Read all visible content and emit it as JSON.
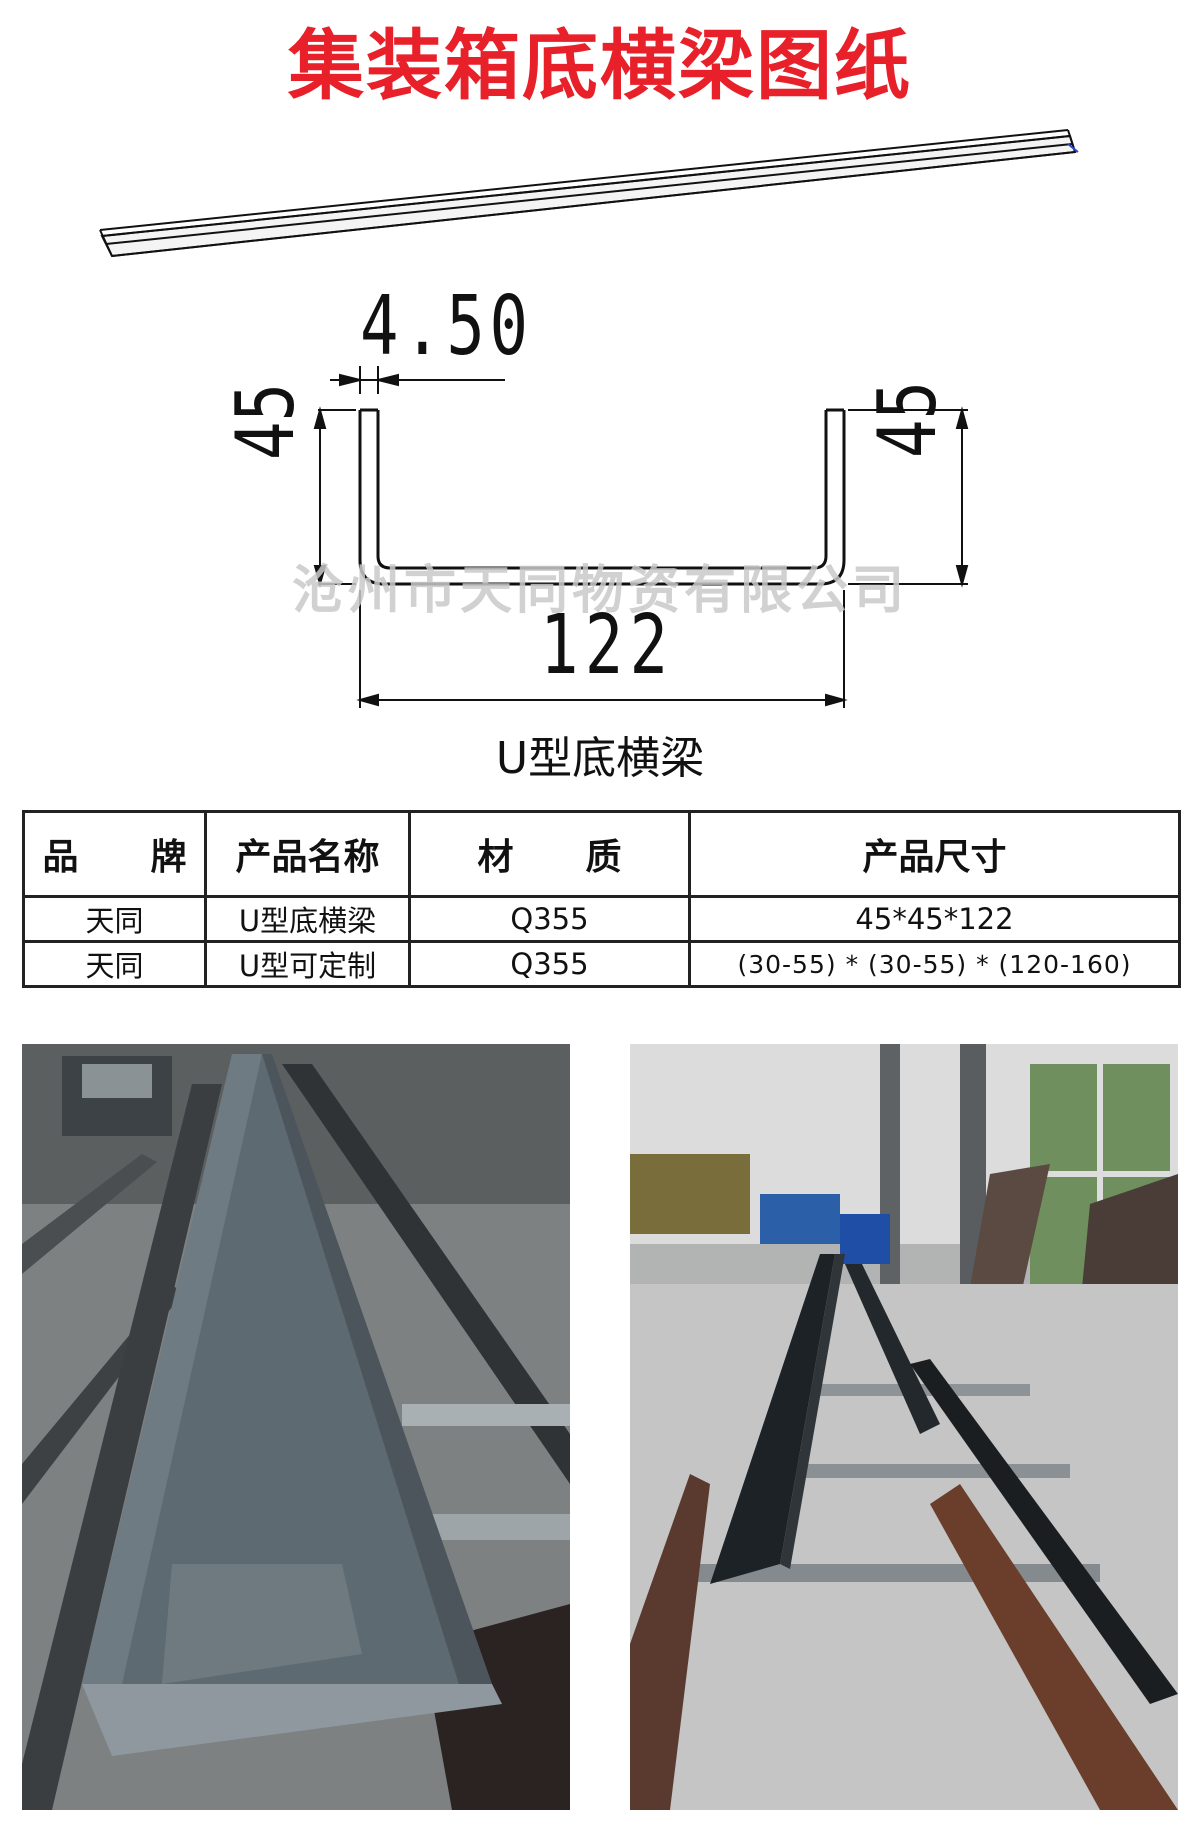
{
  "page": {
    "title": "集装箱底横梁图纸",
    "caption": "U型底横梁",
    "watermark": "沧州市天同物资有限公司"
  },
  "drawing": {
    "dimensions": {
      "thickness": "4.50",
      "left_height": "45",
      "right_height": "45",
      "width": "122"
    }
  },
  "table": {
    "headers": [
      "品　　牌",
      "产品名称",
      "材　　质",
      "产品尺寸"
    ],
    "rows": [
      [
        "天同",
        "U型底横梁",
        "Q355",
        "45*45*122"
      ],
      [
        "天同",
        "U型可定制",
        "Q355",
        "(30-55) * (30-55) * (120-160)"
      ]
    ]
  },
  "colors": {
    "title": "#e8202a",
    "line": "#111111",
    "watermark": "#c9c9c9"
  }
}
